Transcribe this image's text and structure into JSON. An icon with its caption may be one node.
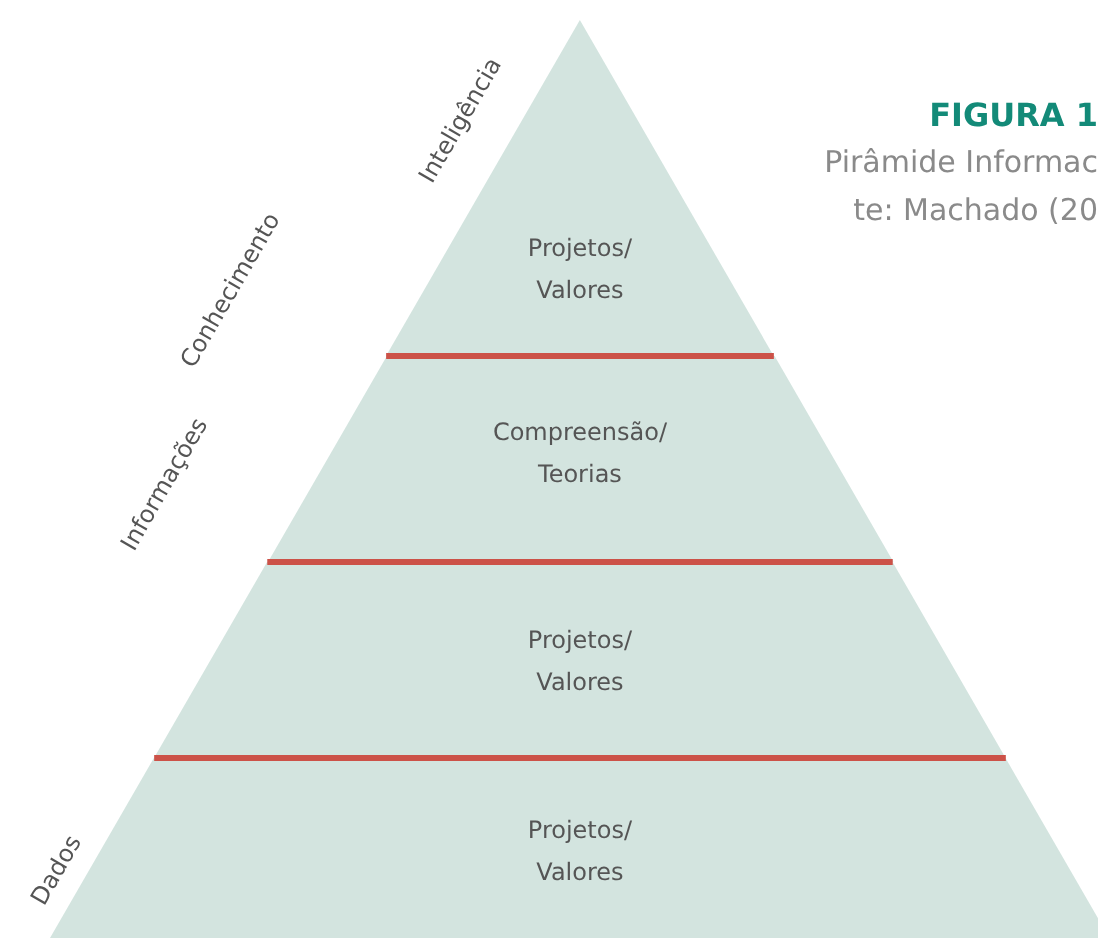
{
  "diagram": {
    "nodes": [
      {
        "text": [
          "Inteligência",
          "Projetos/ Valores"
        ]
      },
      {
        "text": [
          "Conhecimento",
          "Compreensão/ Teorias"
        ]
      },
      {
        "text": [
          "Informações",
          "Projetos/ Valores"
        ]
      },
      {
        "text": [
          "Dados",
          "Projetos/ Valores"
        ]
      }
    ],
    "labels": [
      "FIGURA 1",
      "Pirâmide Informac",
      "te: Machado (20"
    ]
  }
}
